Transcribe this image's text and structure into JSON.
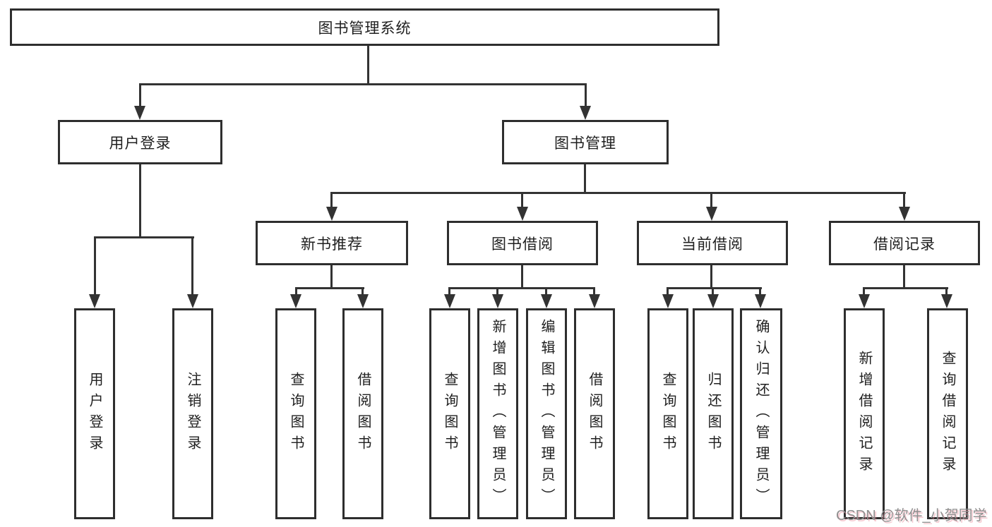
{
  "diagram_type": "hierarchy-tree",
  "colors": {
    "line": "#333333",
    "box_border": "#2e2e2e",
    "text": "#1f1f1f",
    "background": "#ffffff",
    "watermark_gray": "#8f8f8f",
    "watermark_pink": "#e98796"
  },
  "tree": {
    "label": "图书管理系统",
    "children": [
      {
        "label": "用户登录",
        "children": [
          {
            "label": "用户登录"
          },
          {
            "label": "注销登录"
          }
        ]
      },
      {
        "label": "图书管理",
        "children": [
          {
            "label": "新书推荐",
            "children": [
              {
                "label": "查询图书"
              },
              {
                "label": "借阅图书"
              }
            ]
          },
          {
            "label": "图书借阅",
            "children": [
              {
                "label": "查询图书"
              },
              {
                "label": "新增图书（管理员）"
              },
              {
                "label": "编辑图书（管理员）"
              },
              {
                "label": "借阅图书"
              }
            ]
          },
          {
            "label": "当前借阅",
            "children": [
              {
                "label": "查询图书"
              },
              {
                "label": "归还图书"
              },
              {
                "label": "确认归还（管理员）"
              }
            ]
          },
          {
            "label": "借阅记录",
            "children": [
              {
                "label": "新增借阅记录"
              },
              {
                "label": "查询借阅记录"
              }
            ]
          }
        ]
      }
    ]
  },
  "watermark": {
    "text": "CSDN @软件_小贺同学"
  }
}
